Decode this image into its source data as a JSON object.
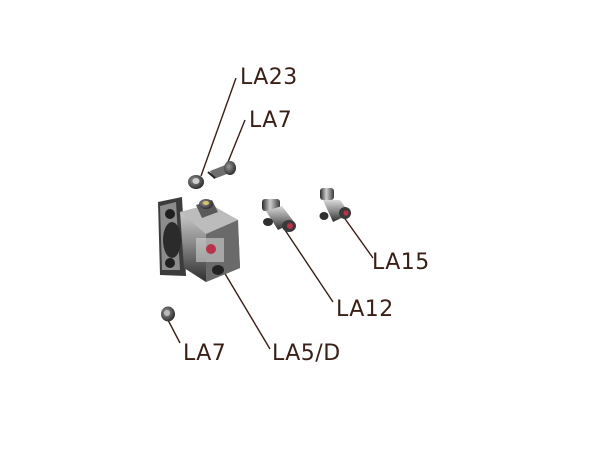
{
  "callouts": {
    "la23": "LA23",
    "la7_top": "LA7",
    "la15": "LA15",
    "la12": "LA12",
    "la7_bottom": "LA7",
    "la5d": "LA5/D"
  },
  "colors": {
    "label_text": "#3a1f17",
    "leader_line": "#3a1f17",
    "part_dark": "#2b2b2b",
    "part_mid": "#6b6b6b",
    "part_light": "#c8c8c8",
    "accent_red": "#b8324a"
  }
}
